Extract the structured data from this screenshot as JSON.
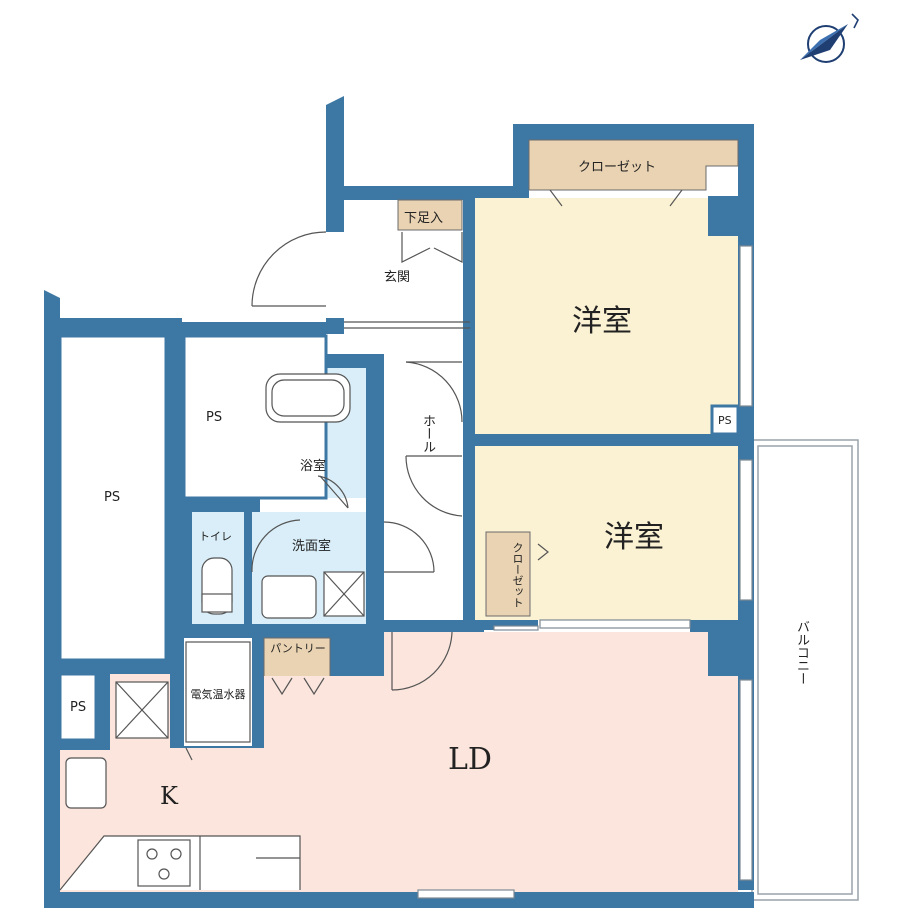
{
  "colors": {
    "wall": "#3d77a3",
    "wall_dark": "#2d5f86",
    "western_room": "#fbf1d3",
    "closet": "#e9d3b2",
    "ld": "#fbe5dc",
    "bath": "#d9eef8",
    "floor": "#ffffff",
    "line": "#555555"
  },
  "icons": {
    "compass": "north-compass-icon"
  },
  "rooms": {
    "closet_top": "クローゼット",
    "shoe_box": "下足入",
    "entrance": "玄関",
    "western_1": "洋室",
    "ps_small": "PS",
    "hall": "ホール",
    "western_2": "洋室",
    "closet_small": "クローゼット",
    "ps_left_large": "PS",
    "ps_left_mid": "PS",
    "bathroom": "浴室",
    "toilet": "トイレ",
    "washroom": "洗面室",
    "pantry": "パントリー",
    "water_heater": "電気温水器",
    "ps_kitchen": "PS",
    "kitchen": "K",
    "living_dining": "LD",
    "balcony": "バルコニー"
  }
}
